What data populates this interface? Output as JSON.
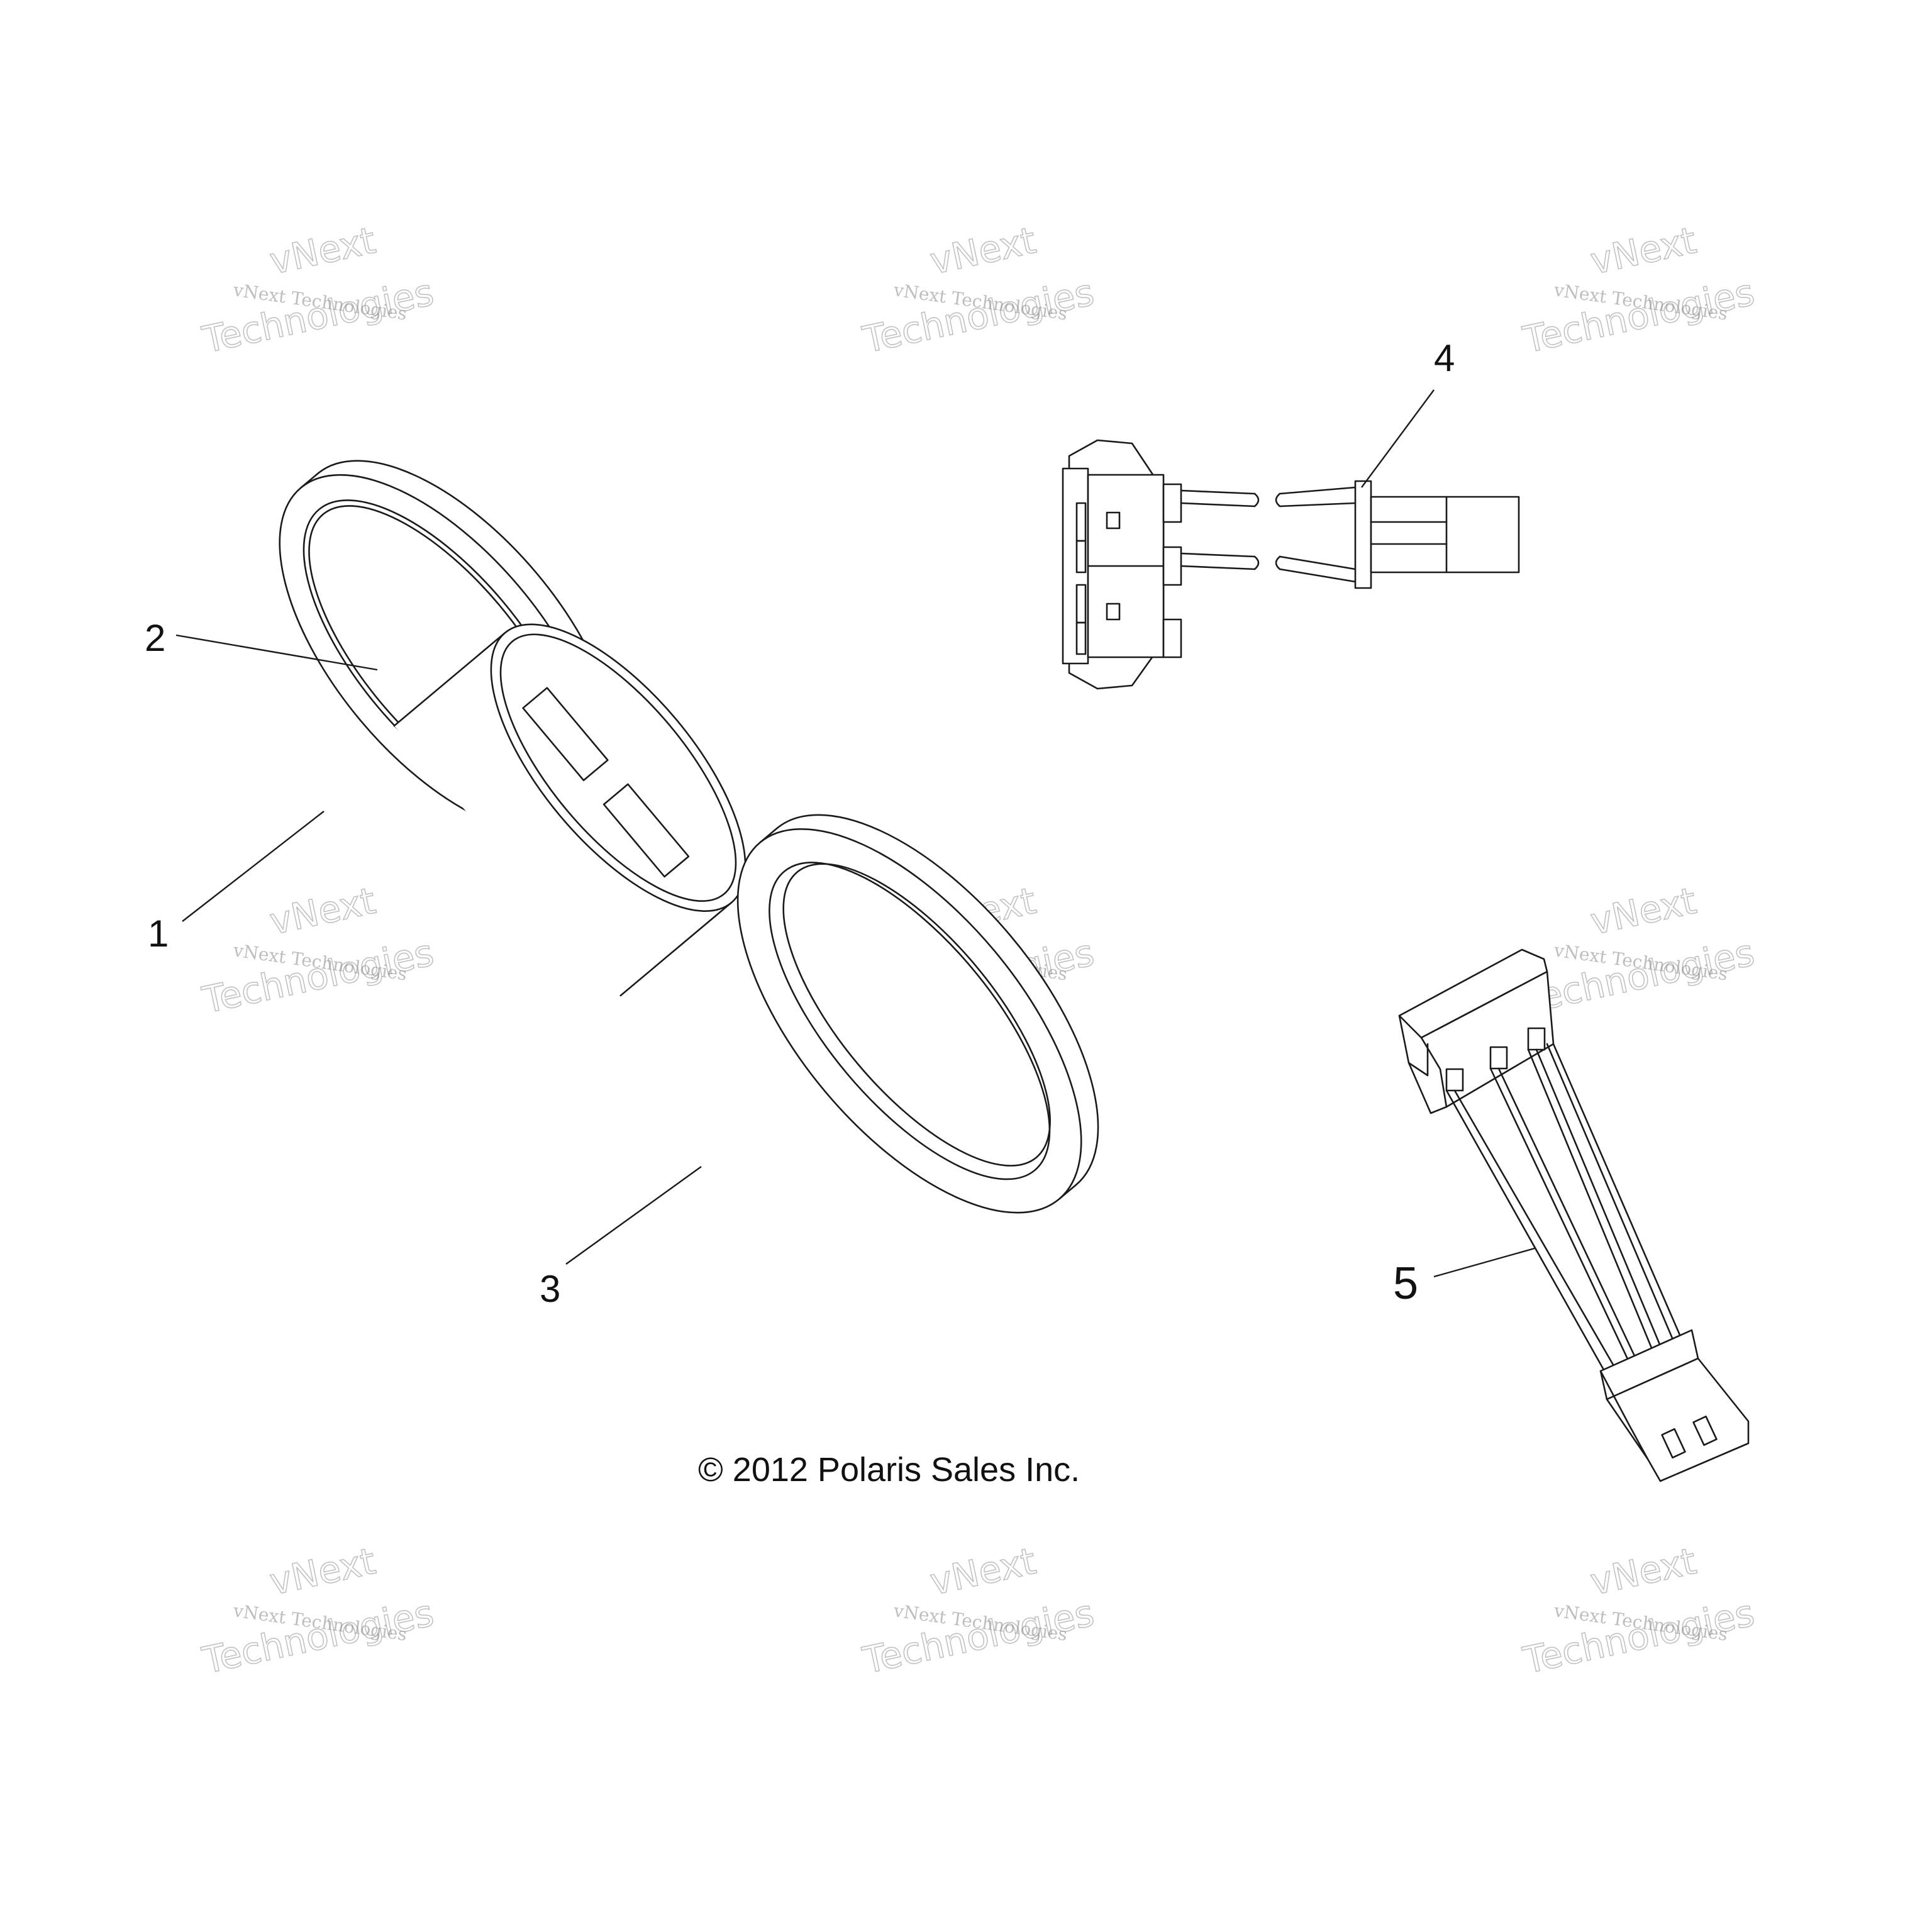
{
  "callouts": {
    "c1": "1",
    "c2": "2",
    "c3": "3",
    "c4": "4",
    "c5": "5"
  },
  "copyright": "© 2012 Polaris Sales Inc.",
  "watermark": {
    "line1": "vNext Technologies",
    "line2a": "vNext",
    "line2b": "Technologies"
  }
}
